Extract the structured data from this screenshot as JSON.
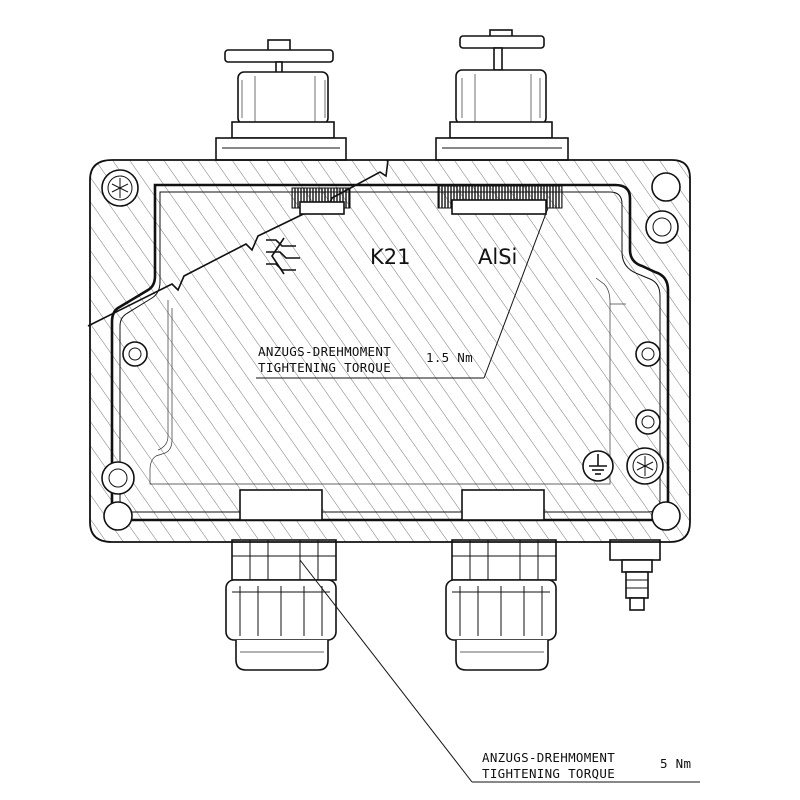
{
  "markings": {
    "symbol": "ex-symbol",
    "model": "K21",
    "material": "AlSi"
  },
  "callouts": {
    "lid_label_de": "ANZUGS-DREHMOMENT",
    "lid_label_en": "TIGHTENING TORQUE",
    "lid_value": "1.5 Nm",
    "gland_label_de": "ANZUGS-DREHMOMENT",
    "gland_label_en": "TIGHTENING TORQUE",
    "gland_value": "5 Nm"
  },
  "icons": [
    "lid-screw-icon",
    "mounting-hole-icon",
    "ground-terminal-icon",
    "ex-symbol-icon"
  ]
}
